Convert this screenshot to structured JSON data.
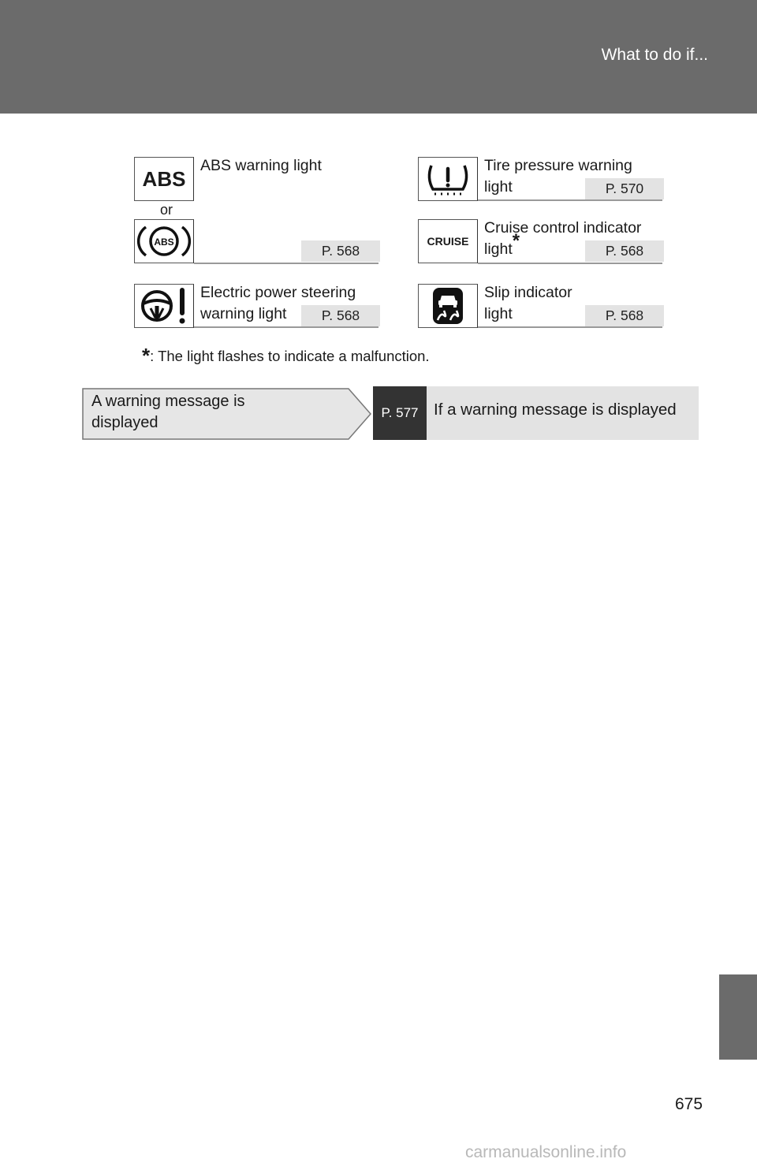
{
  "header": {
    "title": "What to do if..."
  },
  "lights": {
    "abs": {
      "label": "ABS warning light",
      "or": "or",
      "ref": "P. 568",
      "icon_text": "ABS",
      "icon_small_text": "ABS"
    },
    "eps": {
      "label_line1": "Electric power steering",
      "label_line2": "warning light",
      "ref": "P. 568"
    },
    "tire": {
      "label_line1": "Tire pressure warning",
      "label_line2": "light",
      "ref": "P. 570"
    },
    "cruise": {
      "label_line1": "Cruise control indicator",
      "label_line2": "light",
      "star": "*",
      "ref": "P. 568",
      "icon_text": "CRUISE"
    },
    "slip": {
      "label_line1": "Slip indicator",
      "label_line2": "light",
      "ref": "P. 568"
    }
  },
  "footnote": {
    "star": "*",
    "text": ": The light flashes to indicate a malfunction."
  },
  "warning_row": {
    "condition_line1": "A warning message is",
    "condition_line2": "displayed",
    "ref": "P. 577",
    "action": "If a warning message is displayed"
  },
  "page_number": "675",
  "watermark": "carmanualsonline.info",
  "colors": {
    "header_bg": "#6b6b6b",
    "ref_bg": "#e3e3e3",
    "dark_ref_bg": "#333333"
  }
}
